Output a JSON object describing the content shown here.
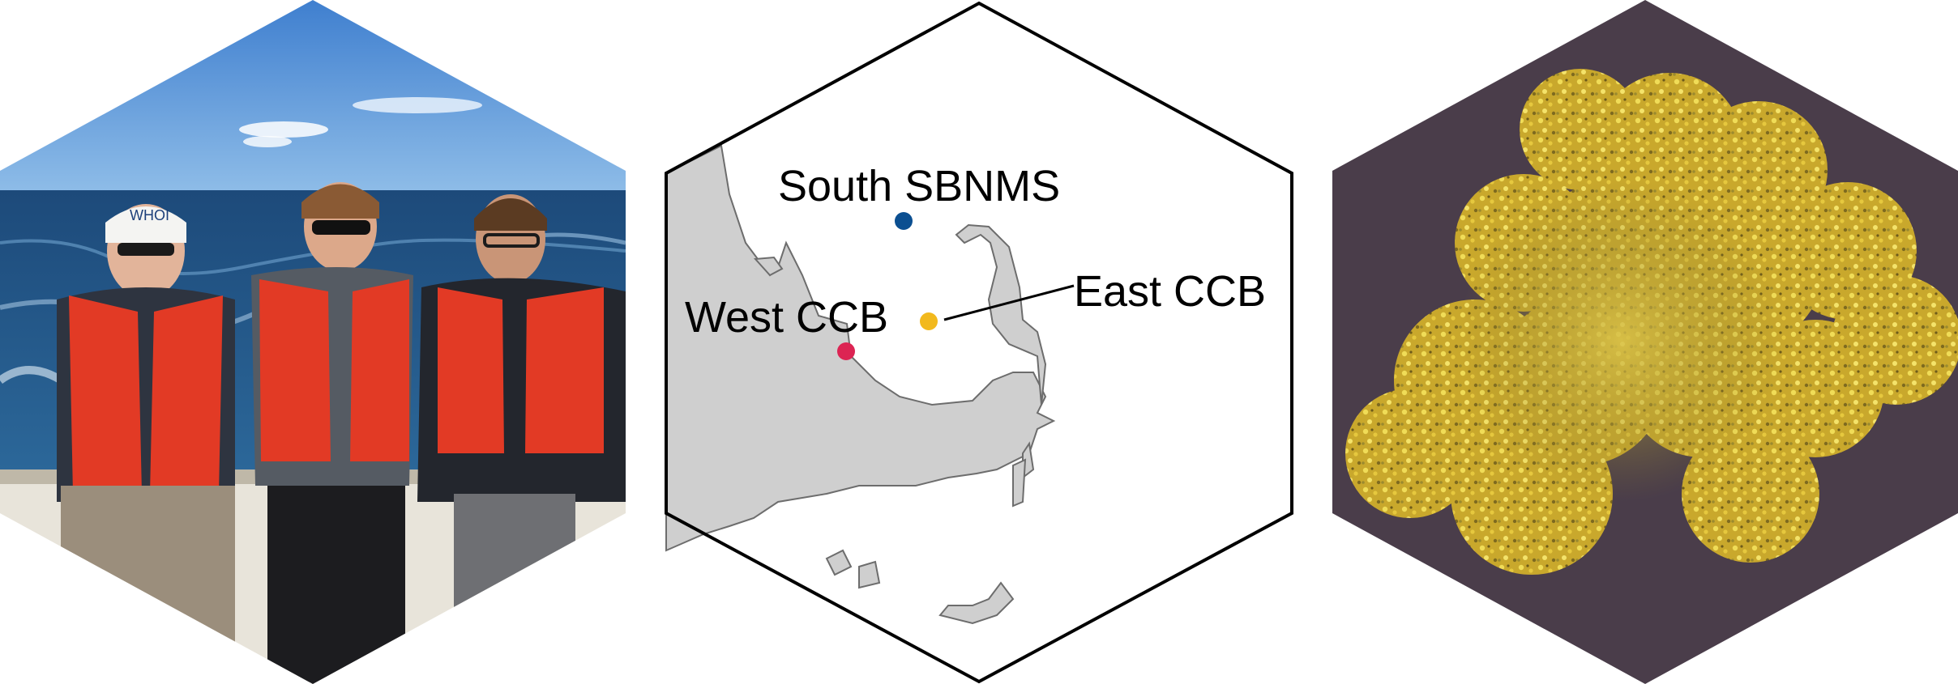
{
  "panels": {
    "photo": {
      "subject": "three researchers in orange life vests on a boat",
      "cap_text": "WHOI"
    },
    "map": {
      "sites": [
        {
          "label": "South SBNMS",
          "color": "#0b4f91"
        },
        {
          "label": "West CCB",
          "color": "#dc2453"
        },
        {
          "label": "East CCB",
          "color": "#f2b91d"
        }
      ],
      "land_color": "#cfcfcf",
      "outline_color": "#000000"
    },
    "micrograph": {
      "subject": "yellow-green colony under dark-field microscopy",
      "background": "#4a3d4a"
    }
  }
}
